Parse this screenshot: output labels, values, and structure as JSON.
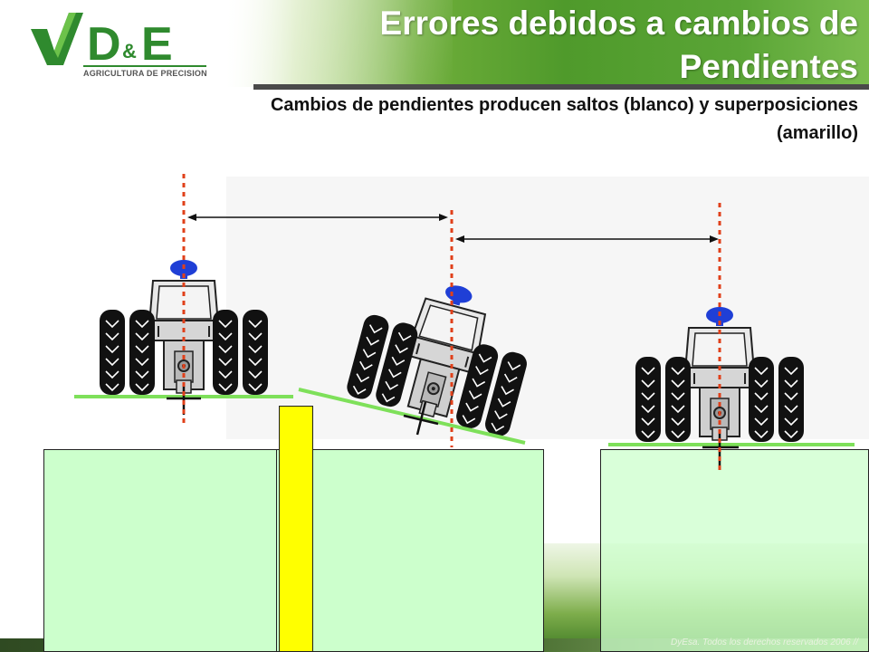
{
  "header": {
    "logo_text": "D&E",
    "logo_caption": "AGRICULTURA DE PRECISION",
    "title": "Errores debidos a cambios de Pendientes",
    "subtitle": "Cambios de pendientes producen saltos (blanco) y superposiciones (amarillo)"
  },
  "diagram": {
    "tractors": [
      {
        "position": "flat-left",
        "tilt_degrees": 0
      },
      {
        "position": "slope-middle",
        "tilt_degrees": 15
      },
      {
        "position": "flat-right",
        "tilt_degrees": 0
      }
    ],
    "colors": {
      "guidance_line": "#e0401a",
      "ground_line": "#7ee05a",
      "beacon": "#1f3fd6",
      "coverage_fill": "#ccffcc",
      "overlap_fill": "#ffff00",
      "title_text": "#ffffff"
    },
    "legend": {
      "gap_color_word": "blanco",
      "overlap_color_word": "amarillo"
    }
  },
  "footer": {
    "copyright": "DyEsa. Todos los derechos reservados 2006 //"
  }
}
